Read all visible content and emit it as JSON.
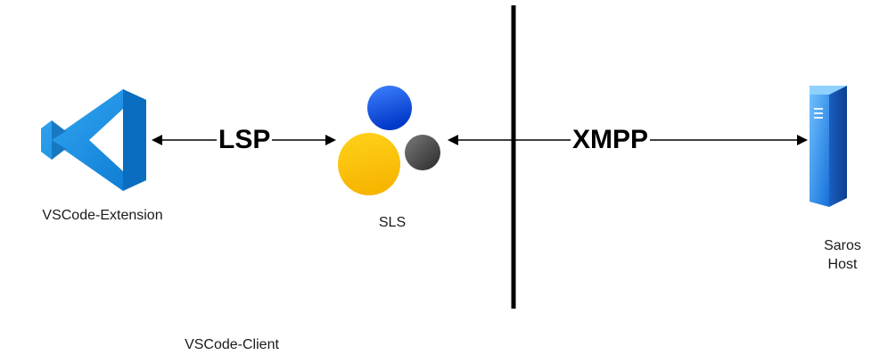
{
  "nodes": {
    "vscode_extension": {
      "label": "VSCode-Extension",
      "icon": "vscode-icon"
    },
    "sls": {
      "label": "SLS",
      "icon": "sls-logo-icon"
    },
    "saros_host": {
      "label_line1": "Saros",
      "label_line2": "Host",
      "icon": "server-icon"
    }
  },
  "edges": {
    "lsp": {
      "label": "LSP"
    },
    "xmpp": {
      "label": "XMPP"
    }
  },
  "region_label": "VSCode-Client",
  "colors": {
    "vscode_dark": "#0065a9",
    "vscode_light": "#1f9cf0",
    "sls_blue": "#0a58e8",
    "sls_yellow": "#ffc400",
    "sls_gray": "#444444",
    "server_blue": "#2f8fe8"
  }
}
